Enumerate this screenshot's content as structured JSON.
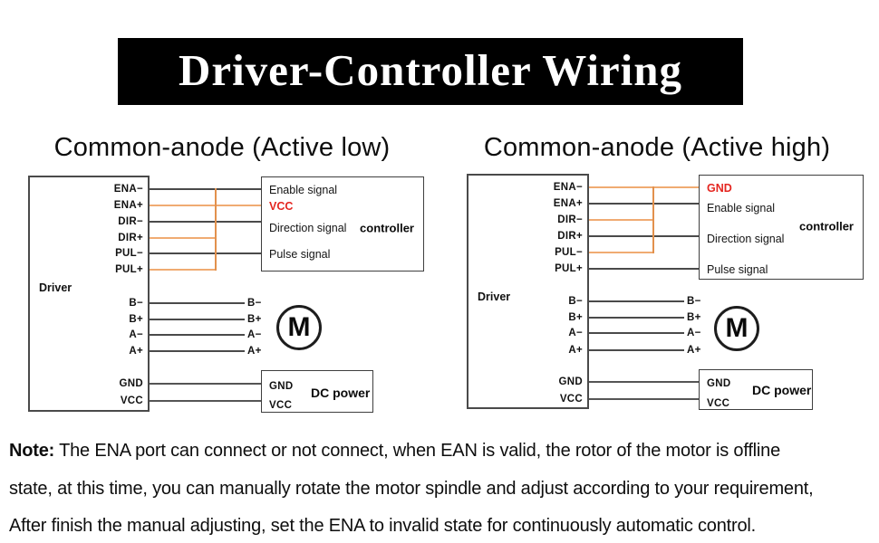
{
  "palette": {
    "banner_bg": "#000000",
    "banner_text": "#ffffff",
    "wire_dark": "#4a4a4a",
    "wire_orange_horizontal": "#f0ab72",
    "wire_orange_vertical": "#e2914d",
    "highlight_red": "#e42620",
    "box_border": "#3f3f3f"
  },
  "banner": {
    "title": "Driver-Controller Wiring"
  },
  "diagrams": [
    {
      "heading": "Common-anode (Active low)",
      "driver": {
        "label": "Driver",
        "signal_pins": [
          "ENA−",
          "ENA+",
          "DIR−",
          "DIR+",
          "PUL−",
          "PUL+"
        ],
        "motor_pins": [
          "B−",
          "B+",
          "A−",
          "A+"
        ],
        "power_pins": [
          "GND",
          "VCC"
        ]
      },
      "controller": {
        "label": "controller",
        "rows": [
          "Enable signal",
          "VCC",
          "Direction signal",
          "Pulse signal"
        ],
        "highlighted_row": "VCC"
      },
      "motor": {
        "label": "M",
        "terminals": [
          "B−",
          "B+",
          "A−",
          "A+"
        ]
      },
      "dc_power": {
        "label": "DC power",
        "terminals": [
          "GND",
          "VCC"
        ]
      }
    },
    {
      "heading": "Common-anode (Active high)",
      "driver": {
        "label": "Driver",
        "signal_pins": [
          "ENA−",
          "ENA+",
          "DIR−",
          "DIR+",
          "PUL−",
          "PUL+"
        ],
        "motor_pins": [
          "B−",
          "B+",
          "A−",
          "A+"
        ],
        "power_pins": [
          "GND",
          "VCC"
        ]
      },
      "controller": {
        "label": "controller",
        "rows": [
          "GND",
          "Enable signal",
          "Direction signal",
          "Pulse signal"
        ],
        "highlighted_row": "GND"
      },
      "motor": {
        "label": "M",
        "terminals": [
          "B−",
          "B+",
          "A−",
          "A+"
        ]
      },
      "dc_power": {
        "label": "DC power",
        "terminals": [
          "GND",
          "VCC"
        ]
      }
    }
  ],
  "note": {
    "prefix": "Note:",
    "line1": " The ENA port can connect or not connect, when EAN is valid, the rotor of the motor is offline",
    "line2": "state, at this time, you can manually rotate the motor spindle and adjust according to your requirement,",
    "line3": "After finish the manual adjusting, set the ENA to invalid state for continuously automatic control."
  }
}
